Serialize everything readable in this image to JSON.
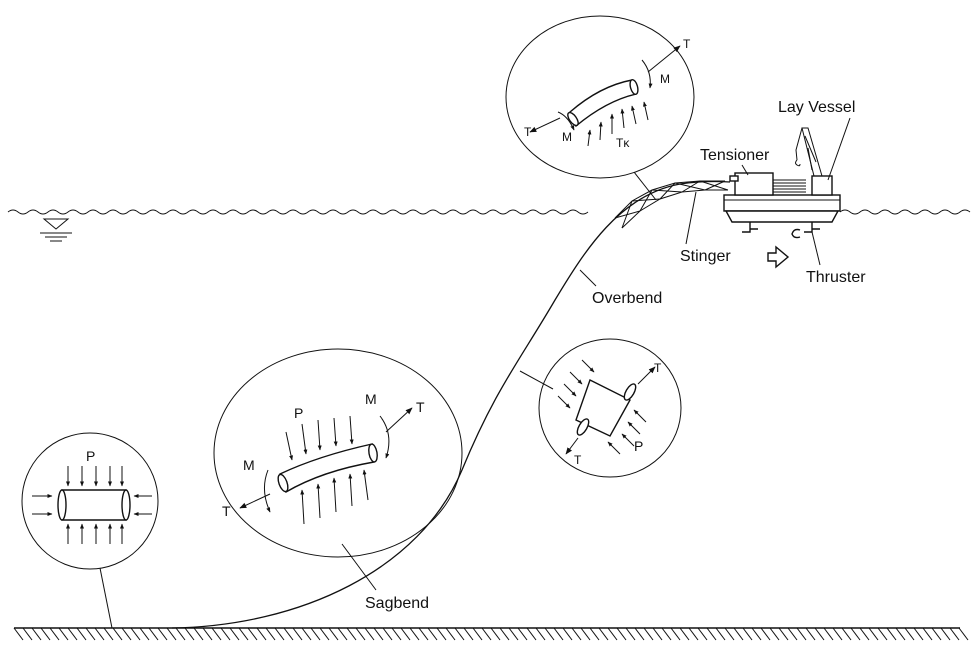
{
  "labels": {
    "lay_vessel": "Lay Vessel",
    "tensioner": "Tensioner",
    "stinger": "Stinger",
    "thruster": "Thruster",
    "overbend": "Overbend",
    "sagbend": "Sagbend"
  },
  "bubbles": {
    "overbend": {
      "t1": "T",
      "t2": "T",
      "m1": "M",
      "m2": "M",
      "tk": "Tκ"
    },
    "inflection": {
      "t1": "T",
      "t2": "T",
      "p": "P"
    },
    "sagbend": {
      "p": "P",
      "m1": "M",
      "m2": "M",
      "t1": "T",
      "t2": "T"
    },
    "seabed": {
      "p": "P"
    }
  }
}
